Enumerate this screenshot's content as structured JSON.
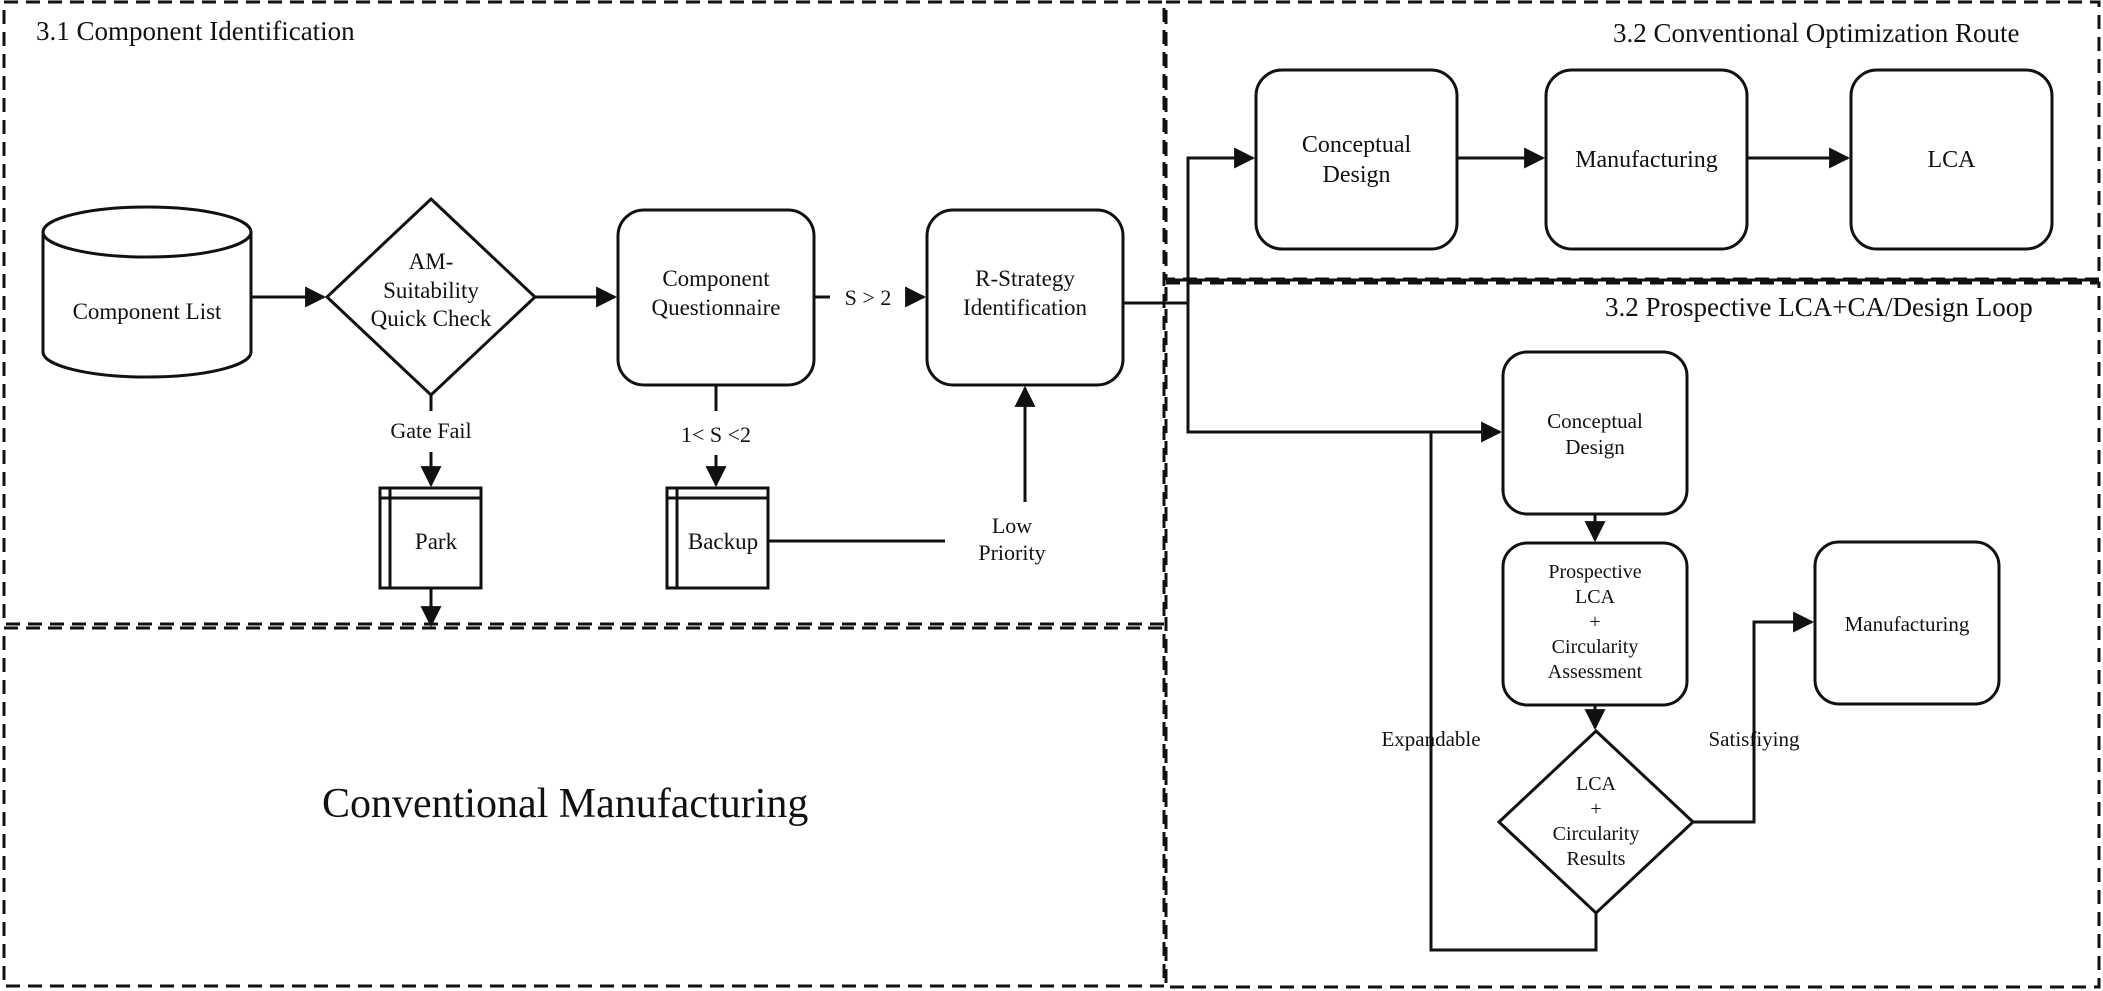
{
  "sections": {
    "component_identification": "3.1 Component Identification",
    "conventional_optimization": "3.2 Conventional Optimization Route",
    "prospective_loop": "3.2 Prospective LCA+CA/Design Loop",
    "conventional_manufacturing": "Conventional Manufacturing"
  },
  "nodes": {
    "component_list": "Component List",
    "am_check": "AM-\nSuitability\nQuick Check",
    "questionnaire": "Component\nQuestionnaire",
    "r_strategy": "R-Strategy\nIdentification",
    "park": "Park",
    "backup": "Backup",
    "conv_conceptual_design": "Conceptual\nDesign",
    "conv_manufacturing": "Manufacturing",
    "conv_lca": "LCA",
    "loop_conceptual_design": "Conceptual\nDesign",
    "prospective_assessment": "Prospective\nLCA\n+\nCircularity\nAssessment",
    "results_decision": "LCA\n+\nCircularity\nResults",
    "loop_manufacturing": "Manufacturing"
  },
  "edge_labels": {
    "s_gt_2": "S > 2",
    "gate_fail": "Gate Fail",
    "s_between": "1< S <2",
    "low_priority": "Low\nPriority",
    "expandable": "Expandable",
    "satisfying": "Satisfiying"
  },
  "colors": {
    "stroke": "#111111",
    "background": "#ffffff"
  }
}
